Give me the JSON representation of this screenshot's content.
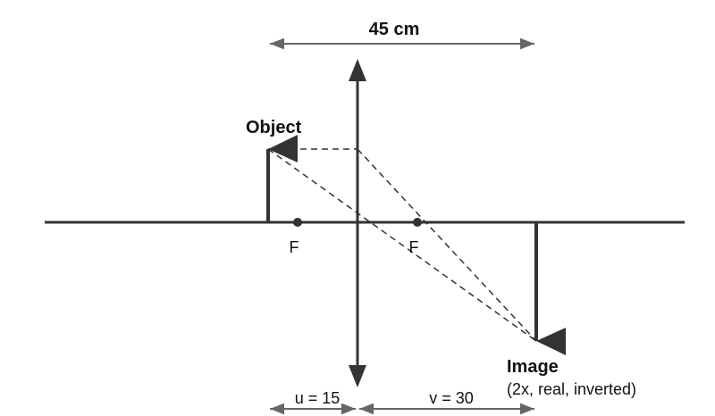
{
  "dimension_total": "45 cm",
  "object_label": "Object",
  "image_label": "Image",
  "image_description": "(2x, real, inverted)",
  "focal_labels": [
    "F",
    "F"
  ],
  "u_label": "u = 15",
  "v_label": "v = 30",
  "colors": {
    "line": "#333333",
    "dimension": "#666666"
  }
}
